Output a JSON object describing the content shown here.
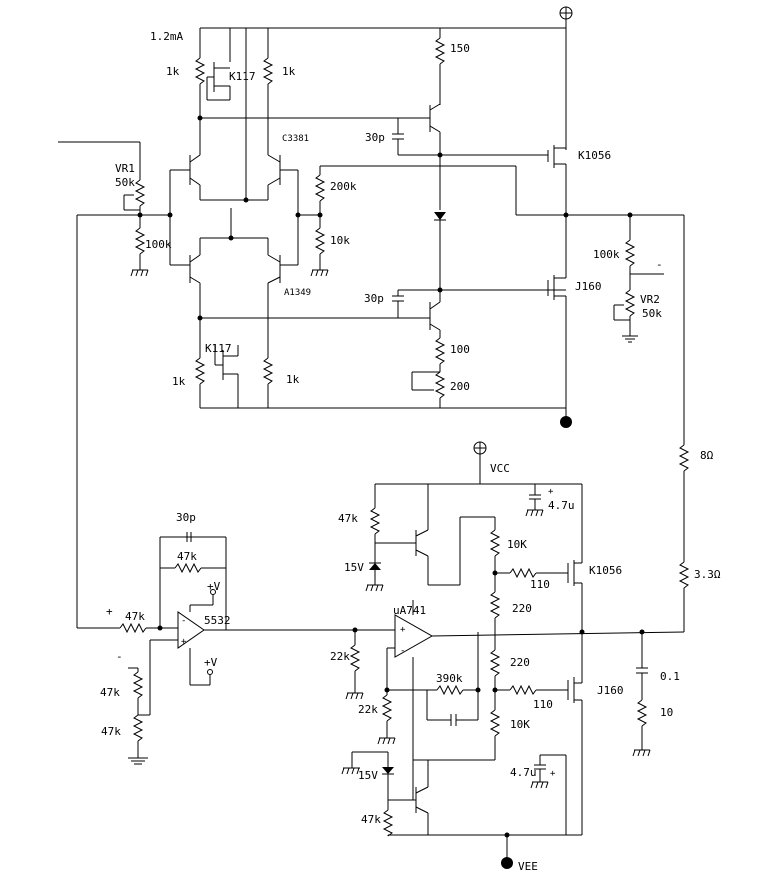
{
  "labels": {
    "current_1_2mA": "1.2mA",
    "r1k_tl": "1k",
    "k117_top": "K117",
    "r1k_tr": "1k",
    "c3381": "C3381",
    "r150": "150",
    "c30p_top": "30p",
    "k1056_top": "K1056",
    "vr1": "VR1",
    "vr1_val": "50k",
    "r100k_left": "100k",
    "r200k": "200k",
    "r10k_mid": "10k",
    "a1349": "A1349",
    "r100k_right": "100k",
    "minus_right": "-",
    "vr2": "VR2",
    "vr2_val": "50k",
    "j160_top": "J160",
    "c30p_bot": "30p",
    "k117_bot": "K117",
    "r100": "100",
    "r1k_bl": "1k",
    "r1k_br": "1k",
    "r200": "200",
    "r8ohm": "8Ω",
    "vcc": "VCC",
    "r47k_top": "47k",
    "c4_7u_top": "4.7u",
    "c30p_fb": "30p",
    "r10K_top": "10K",
    "r47k_fb": "47k",
    "z15v_top": "15V",
    "r110_top": "110",
    "k1056_bot": "K1056",
    "r3_3ohm": "3.3Ω",
    "plus_pos": "+V",
    "plus_in": "+",
    "r47k_in": "47k",
    "op5532": "5532",
    "ua741": "uA741",
    "r220_top": "220",
    "minus_in": "-",
    "r22k_a": "22k",
    "plus_neg": "+V",
    "r220_bot": "220",
    "r390k": "390k",
    "c0_1": "0.1",
    "r47k_div1": "47k",
    "r110_bot": "110",
    "j160_bot": "J160",
    "r22k_b": "22k",
    "r10": "10",
    "r47k_div2": "47k",
    "r10K_bot": "10K",
    "c4_7u_bot": "4.7u",
    "z15v_bot": "15V",
    "r47k_bot": "47k",
    "vee": "VEE"
  }
}
